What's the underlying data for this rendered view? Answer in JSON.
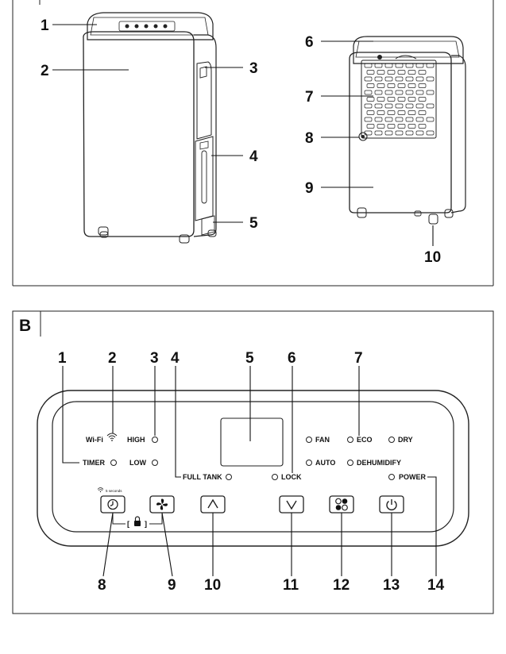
{
  "section_b": {
    "letter": "B",
    "callouts_top": [
      "1",
      "2",
      "3",
      "4",
      "5",
      "6",
      "7"
    ],
    "callouts_bottom": [
      "8",
      "9",
      "10",
      "11",
      "12",
      "13",
      "14"
    ],
    "indicators": {
      "wifi": "Wi-Fi",
      "high": "HIGH",
      "timer": "TIMER",
      "low": "LOW",
      "full_tank": "FULL TANK",
      "lock": "LOCK",
      "fan": "FAN",
      "eco": "ECO",
      "dry": "DRY",
      "auto": "AUTO",
      "dehumidify": "DEHUMIDIFY",
      "power": "POWER",
      "five_seconds": "5 seconds"
    }
  },
  "section_a": {
    "callouts": [
      "1",
      "2",
      "3",
      "4",
      "5",
      "6",
      "7",
      "8",
      "9",
      "10"
    ]
  },
  "icons": [
    "timer-icon",
    "fan-icon",
    "up-arrow-icon",
    "down-arrow-icon",
    "mode-icon",
    "power-icon",
    "lock-icon",
    "wifi-icon"
  ]
}
